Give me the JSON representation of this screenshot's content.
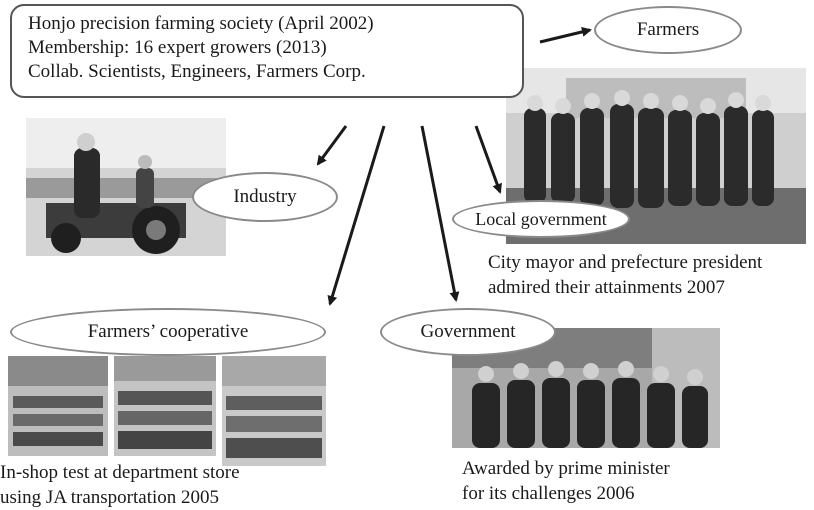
{
  "society": {
    "line1": "Honjo precision farming society (April 2002)",
    "line2": "Membership: 16 expert growers (2013)",
    "line3": "Collab. Scientists, Engineers, Farmers Corp."
  },
  "nodes": {
    "farmers": "Farmers",
    "industry": "Industry",
    "local_government": "Local government",
    "farmers_cooperative": "Farmers’ cooperative",
    "government": "Government"
  },
  "captions": {
    "local_government_1": "City mayor and prefecture president",
    "local_government_2": "admired their attainments 2007",
    "cooperative_1": "In-shop test at department store",
    "cooperative_2": "using JA transportation 2005",
    "government_1": "Awarded by prime minister",
    "government_2": "for its challenges 2006"
  }
}
